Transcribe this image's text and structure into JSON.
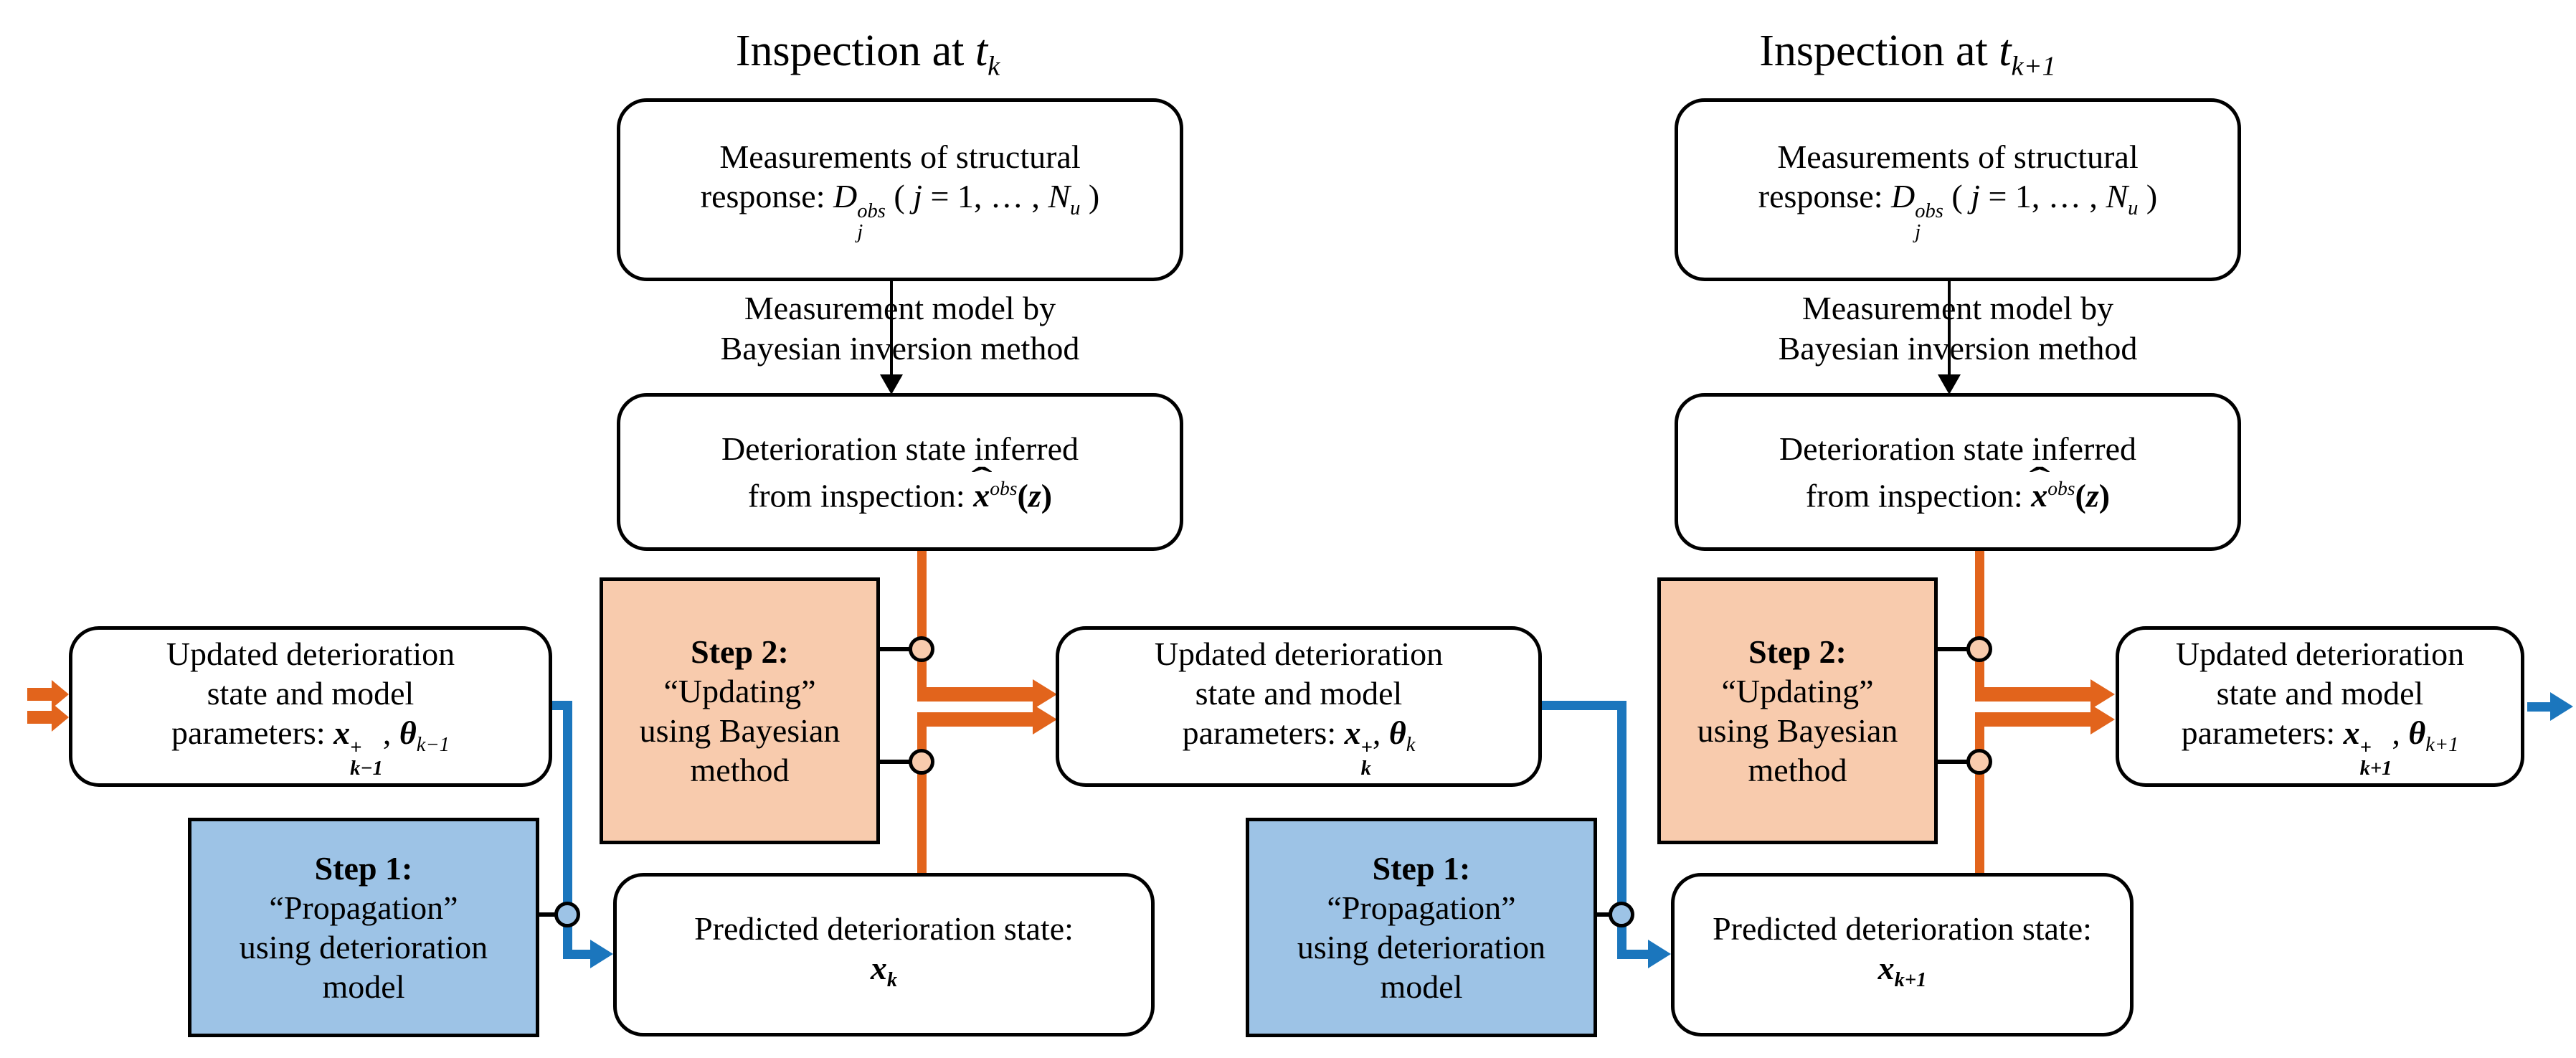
{
  "colors": {
    "orange_line": "#E2641C",
    "peach_fill": "#F8CBAD",
    "blue_fill": "#9DC3E6",
    "blue_line": "#1B76BD",
    "box_border": "#000000",
    "background": "#FFFFFF"
  },
  "left_cycle": {
    "title": {
      "text": "Inspection at ",
      "time_var": "t",
      "time_sub": "k"
    },
    "measurements_box": {
      "line1": "Measurements of structural",
      "line2_prefix": "response: ",
      "d_var": "D",
      "d_sup": "obs",
      "d_sub": "j",
      "paren_open": " ( ",
      "j_var": "j",
      "equals": " = 1, … , ",
      "n_var": "N",
      "n_sub": "u",
      "paren_close": " )"
    },
    "arrow_label": {
      "line1": "Measurement model by",
      "line2": "Bayesian inversion method"
    },
    "inferred_box": {
      "line1": "Deterioration state inferred",
      "line2_prefix": "from inspection: ",
      "x_var": "x",
      "hat": "ˆ",
      "x_sup": "obs",
      "paren_open": "(",
      "z_var": "z",
      "paren_close": ")"
    },
    "step2_box": {
      "line1": "Step 2:",
      "line2": "“Updating”",
      "line3": "using Bayesian",
      "line4": "method"
    },
    "step1_box": {
      "line1": "Step 1:",
      "line2": "“Propagation”",
      "line3": "using deterioration",
      "line4": "model"
    },
    "updated_prev_box": {
      "line1": "Updated deterioration",
      "line2": "state and model",
      "line3_prefix": "parameters: ",
      "x_var": "x",
      "x_sup": "+",
      "x_sub": "k−1",
      "comma": ", ",
      "theta_var": "θ",
      "theta_sub": "k−1"
    },
    "updated_box": {
      "line1": "Updated deterioration",
      "line2": "state and model",
      "line3_prefix": "parameters: ",
      "x_var": "x",
      "x_sup": "+",
      "x_sub": "k",
      "comma": ", ",
      "theta_var": "θ",
      "theta_sub": "k"
    },
    "predicted_box": {
      "line1": "Predicted deterioration state:",
      "x_var": "x",
      "x_sub": "k"
    }
  },
  "right_cycle": {
    "title": {
      "text": "Inspection at ",
      "time_var": "t",
      "time_sub": "k+1"
    },
    "measurements_box": {
      "line1": "Measurements of structural",
      "line2_prefix": "response: ",
      "d_var": "D",
      "d_sup": "obs",
      "d_sub": "j",
      "paren_open": " ( ",
      "j_var": "j",
      "equals": " = 1, … , ",
      "n_var": "N",
      "n_sub": "u",
      "paren_close": " )"
    },
    "arrow_label": {
      "line1": "Measurement model by",
      "line2": "Bayesian inversion method"
    },
    "inferred_box": {
      "line1": "Deterioration state inferred",
      "line2_prefix": "from inspection: ",
      "x_var": "x",
      "hat": "ˆ",
      "x_sup": "obs",
      "paren_open": "(",
      "z_var": "z",
      "paren_close": ")"
    },
    "step2_box": {
      "line1": "Step 2:",
      "line2": "“Updating”",
      "line3": "using Bayesian",
      "line4": "method"
    },
    "step1_box": {
      "line1": "Step 1:",
      "line2": "“Propagation”",
      "line3": "using deterioration",
      "line4": "model"
    },
    "updated_box": {
      "line1": "Updated deterioration",
      "line2": "state and model",
      "line3_prefix": "parameters: ",
      "x_var": "x",
      "x_sup": "+",
      "x_sub": "k+1",
      "comma": ", ",
      "theta_var": "θ",
      "theta_sub": "k+1"
    },
    "predicted_box": {
      "line1": "Predicted deterioration state:",
      "x_var": "x",
      "x_sub": "k+1"
    }
  }
}
